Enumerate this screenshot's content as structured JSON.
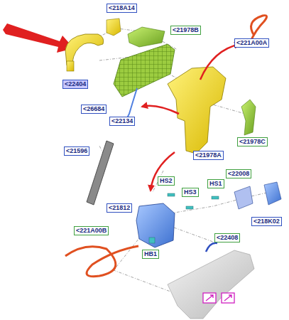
{
  "diagram": {
    "nodes": [
      {
        "text": [
          "<218A14"
        ]
      },
      {
        "text": [
          "<21978B"
        ]
      },
      {
        "text": [
          "<221A00A"
        ]
      },
      {
        "text": [
          "<22404"
        ]
      },
      {
        "text": [
          "<26684"
        ]
      },
      {
        "text": [
          "<22134"
        ]
      },
      {
        "text": [
          "<21978C"
        ]
      },
      {
        "text": [
          "<21596"
        ]
      },
      {
        "text": [
          "<21978A"
        ]
      },
      {
        "text": [
          "HS2"
        ]
      },
      {
        "text": [
          "<22008"
        ]
      },
      {
        "text": [
          "HS3"
        ]
      },
      {
        "text": [
          "HS1"
        ]
      },
      {
        "text": [
          "<21812"
        ]
      },
      {
        "text": [
          "<218K02"
        ]
      },
      {
        "text": [
          "<221A00B"
        ]
      },
      {
        "text": [
          "<22408"
        ]
      },
      {
        "text": [
          "HB1"
        ]
      }
    ]
  }
}
